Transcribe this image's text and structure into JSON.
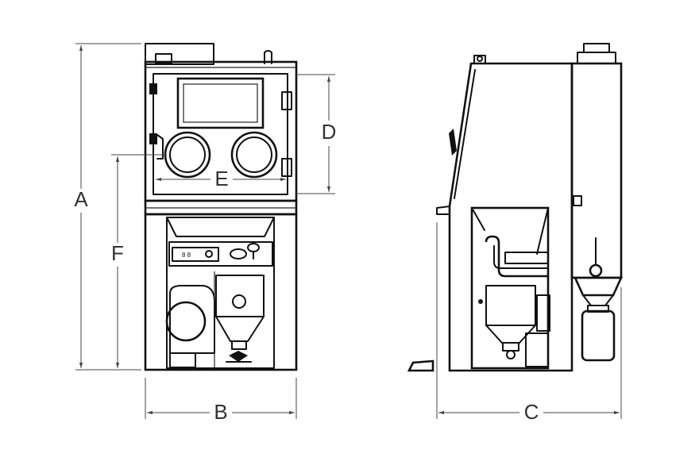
{
  "dimension_labels": {
    "a": "A",
    "b": "B",
    "c": "C",
    "d": "D",
    "e": "E",
    "f": "F"
  },
  "panel_markings": "8 8",
  "colors": {
    "line": "#111111",
    "dimension": "#444444",
    "background": "#ffffff"
  }
}
